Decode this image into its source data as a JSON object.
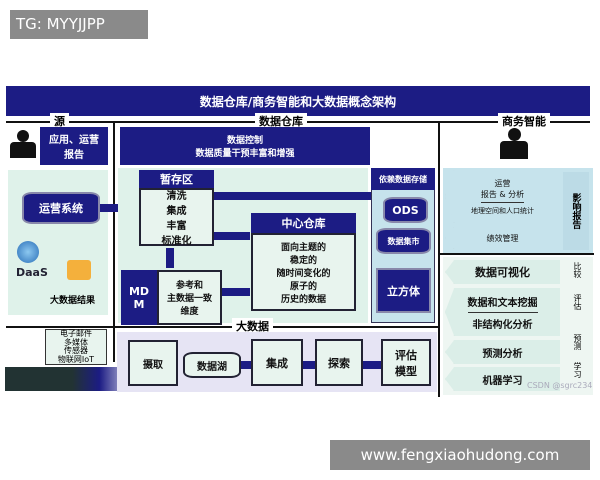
{
  "overlay_top": "TG: MYYJJPP",
  "overlay_bottom": "www.fengxiaohudong.com",
  "title": "数据仓库/商务智能和大数据概念架构",
  "sections": {
    "source": "源",
    "warehouse": "数据仓库",
    "bi": "商务智能",
    "bigdata": "大数据"
  },
  "source": {
    "report": "应用、运营\n报告",
    "ops": "运营系统",
    "daas": "DaaS",
    "bigdata_result": "大数据结果",
    "inputs": "电子邮件\n多媒体\n传感器\n物联网IoT"
  },
  "warehouse": {
    "control": "数据控制\n数据质量干预丰富和增强",
    "staging_title": "暂存区",
    "staging_body": "清洗\n集成\n丰富\n标准化",
    "mdm": "MD\nM",
    "mdm_body": "参考和\n主数据一致\n维度",
    "central_title": "中心仓库",
    "central_body": "面向主题的\n稳定的\n随时间变化的\n原子的\n历史的数据",
    "dep_title": "依赖数据存储",
    "ods": "ODS",
    "mart": "数据集市",
    "cube": "立方体"
  },
  "bigdata": {
    "ingest": "摄取",
    "lake": "数据湖",
    "integrate": "集成",
    "explore": "探索",
    "evaluate": "评估\n模型"
  },
  "bi": {
    "ops_report": "运营\n报告 & 分析",
    "geo": "地理空间和人口统计",
    "perf": "绩效管理",
    "side1": "影响报告",
    "viz": "数据可视化",
    "mining": "数据和文本挖掘",
    "unstructured": "非结构化分析",
    "predict": "预测分析",
    "ml": "机器学习",
    "side_labels": [
      "比较",
      "评估",
      "预测",
      "学习"
    ]
  },
  "watermark": "CSDN @sgrc234",
  "colors": {
    "navy": "#1c1c84",
    "pale_green": "#dff2ea",
    "light_blue": "#c6e3ec"
  }
}
